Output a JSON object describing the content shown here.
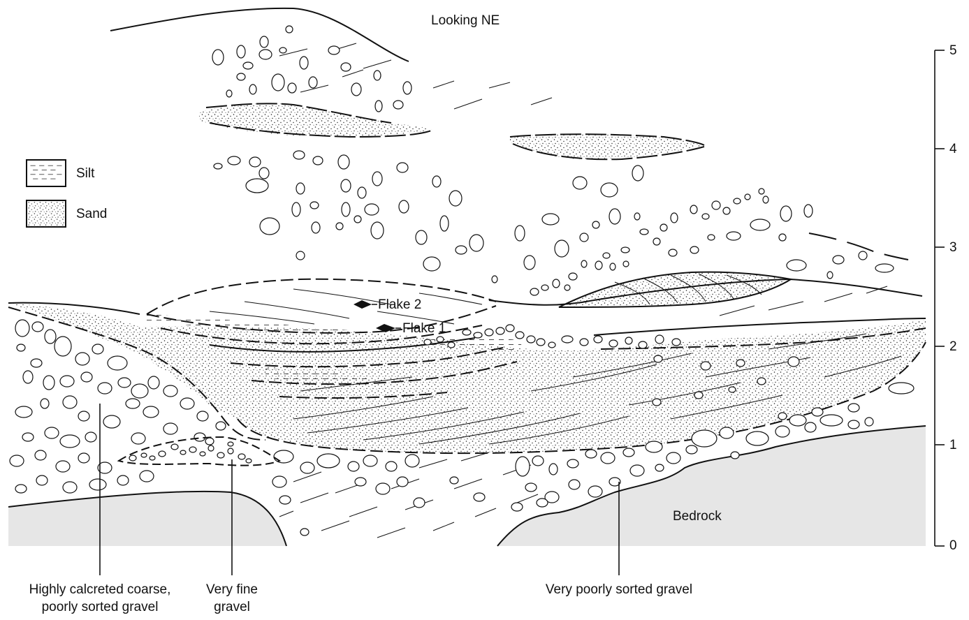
{
  "title": "Looking NE",
  "legend": [
    {
      "label": "Silt",
      "pattern": "dashed-lines"
    },
    {
      "label": "Sand",
      "pattern": "stipple"
    }
  ],
  "markers": [
    {
      "label": "Flake 2"
    },
    {
      "label": "Flake 1"
    }
  ],
  "scale": {
    "ticks": [
      "5",
      "4",
      "3",
      "2",
      "1",
      "0"
    ]
  },
  "units": {
    "bedrock": "Bedrock"
  },
  "callouts": [
    {
      "line1": "Highly calcreted coarse,",
      "line2": "poorly sorted gravel"
    },
    {
      "line1": "Very fine",
      "line2": "gravel"
    },
    {
      "line1": "Very poorly sorted gravel",
      "line2": ""
    }
  ],
  "colors": {
    "ink": "#111111",
    "bedrock_fill": "#e6e6e6",
    "paper": "#ffffff"
  }
}
